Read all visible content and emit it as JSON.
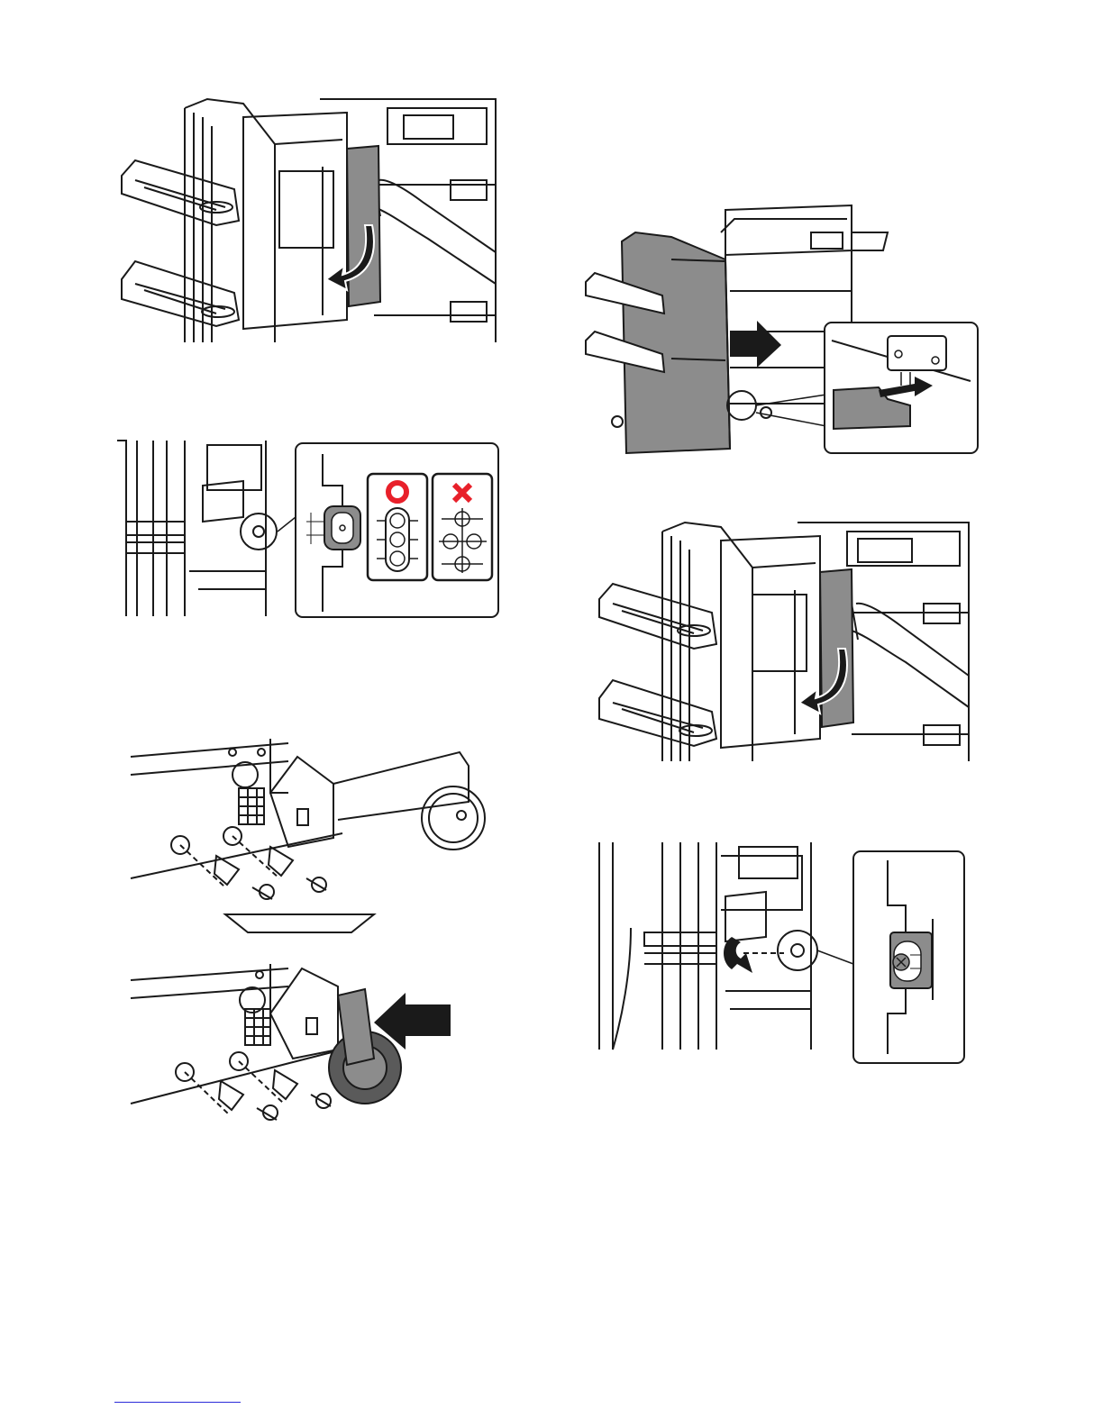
{
  "colors": {
    "line": "#1a1a1a",
    "panel_gray": "#8c8c8c",
    "ok_mark": "#e8202a",
    "ng_mark": "#e8202a",
    "footer_rule": "#2b2bd9"
  },
  "figures": [
    {
      "id": "fig-open-cover-left"
    },
    {
      "id": "fig-plate-check"
    },
    {
      "id": "fig-caster-screws"
    },
    {
      "id": "fig-attach-finisher"
    },
    {
      "id": "fig-open-cover-right"
    },
    {
      "id": "fig-screw-tighten"
    }
  ],
  "icons": {
    "ok": "circle-mark-icon",
    "ng": "cross-mark-icon",
    "push": "push-arrow-icon",
    "rotate": "rotate-arrow-icon"
  }
}
